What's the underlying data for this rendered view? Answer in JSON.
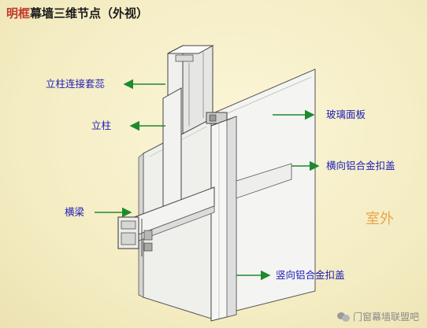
{
  "title": {
    "highlight": "明框",
    "rest": "幕墙三维节点（外视）"
  },
  "labels": {
    "mullion_sleeve": "立柱连接套蕊",
    "mullion": "立柱",
    "glass_panel": "玻璃面板",
    "horizontal_cover": "横向铝合金扣盖",
    "transom": "横梁",
    "vertical_cover": "竖向铝合金扣盖"
  },
  "side_text": "室外",
  "watermark": "门窗幕墙联盟吧",
  "colors": {
    "label_text": "#1b1bb8",
    "arrow": "#1e8a2e",
    "title_highlight": "#c0392b",
    "side_text": "#e8a64c",
    "background": "#f5eec4"
  }
}
